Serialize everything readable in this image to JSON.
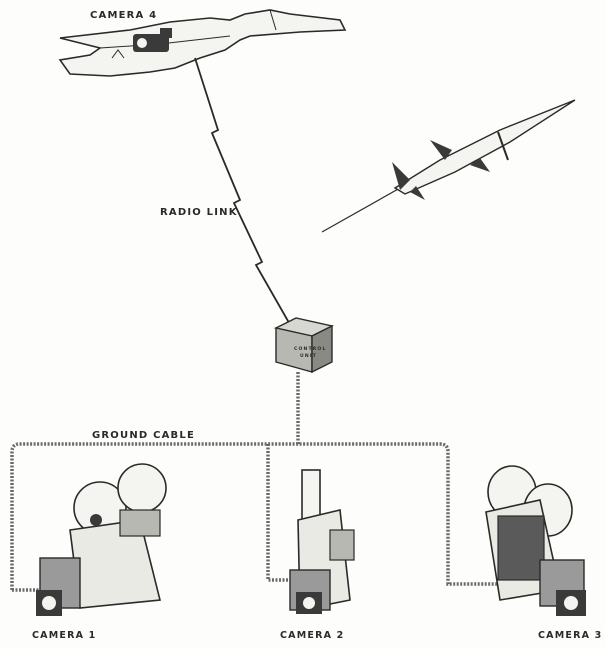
{
  "labels": {
    "camera4": "CAMERA 4",
    "radio_link": "RADIO LINK",
    "control_unit_line1": "CONTROL",
    "control_unit_line2": "UNIT",
    "ground_cable": "GROUND CABLE",
    "camera1": "CAMERA 1",
    "camera2": "CAMERA 2",
    "camera3": "CAMERA 3"
  },
  "colors": {
    "ink": "#2a2a2a",
    "paper": "#fdfdfb",
    "cable": "#6a6a6a",
    "shade": "#9a9a9a"
  }
}
